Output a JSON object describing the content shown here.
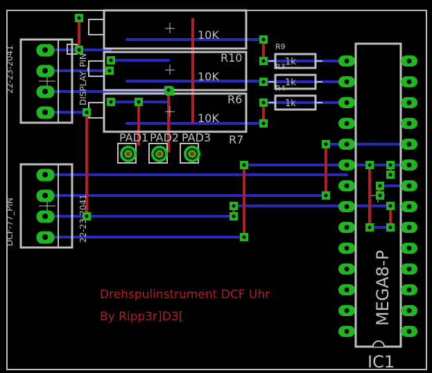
{
  "connectors": {
    "display": {
      "part": "22-23-2041",
      "value": "DISPLAY_PIN"
    },
    "dcf": {
      "part": "22-23-2041",
      "value": "DCF-77_PIN"
    }
  },
  "trimmers": [
    {
      "name": "R10",
      "value": "10K"
    },
    {
      "name": "R6",
      "value": "10K"
    },
    {
      "name": "R7",
      "value": "10K"
    }
  ],
  "resistors": [
    {
      "name": "R9",
      "value": "1k"
    },
    {
      "name": "R3",
      "value": "1k"
    },
    {
      "name": "R4",
      "value": "1k"
    }
  ],
  "pads": [
    "PAD1",
    "PAD2",
    "PAD3"
  ],
  "ic": {
    "name": "IC1",
    "value": "MEGA8-P"
  },
  "credits": {
    "title": "Drehspulinstrument DCF Uhr",
    "author": "By Ripp3r]D3["
  },
  "colors": {
    "background": "#000000",
    "outline": "#c0c0c0",
    "bottom_trace": "#2a2ab8",
    "top_trace": "#b02020",
    "pad": "#22b522",
    "text": "#c0c0c0",
    "credit_text": "#b02020"
  }
}
